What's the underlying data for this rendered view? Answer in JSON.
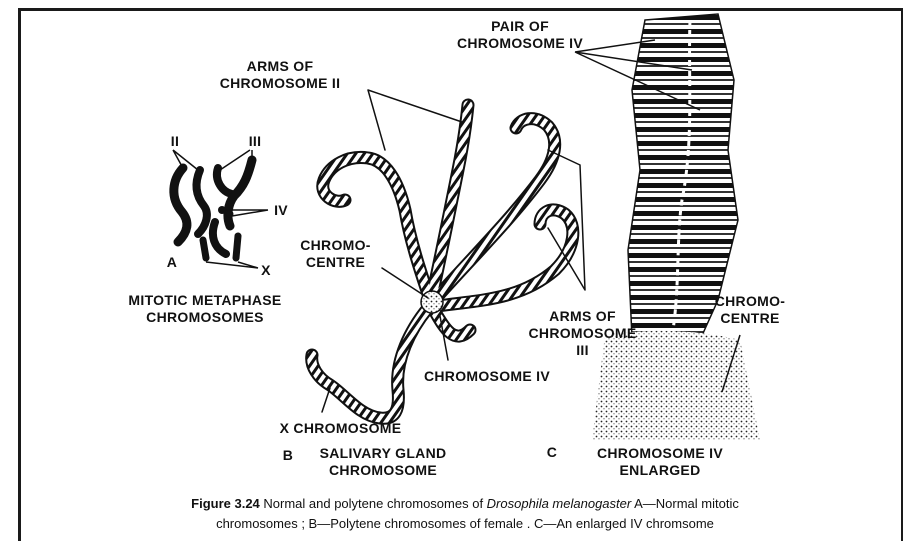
{
  "labels": {
    "pair_iv": "PAIR OF\nCHROMOSOME IV",
    "arms_ii": "ARMS OF\nCHROMOSOME II",
    "roman_ii": "II",
    "roman_iii": "III",
    "roman_iv": "IV",
    "letter_a": "A",
    "letter_x": "X",
    "mitotic": "MITOTIC METAPHASE\nCHROMOSOMES",
    "chromocentre_b": "CHROMO-\nCENTRE",
    "arms_iii": "ARMS OF\nCHROMOSOME\nIII",
    "chromocentre_c": "CHROMO-\nCENTRE",
    "chromosome_iv": "CHROMOSOME IV",
    "x_chromosome": "X CHROMOSOME",
    "letter_b": "B",
    "salivary": "SALIVARY GLAND\nCHROMOSOME",
    "letter_c": "C",
    "chromosome_iv_enlarged": "CHROMOSOME IV\nENLARGED"
  },
  "caption": {
    "bold": "Figure 3.24",
    "text1": " Normal and polytene chromosomes of ",
    "species": "Drosophila melanogaster",
    "text2": " A—Normal mitotic",
    "line2": "chromosomes ; B—Polytene chromosomes of female . C—An enlarged IV chromsome"
  }
}
